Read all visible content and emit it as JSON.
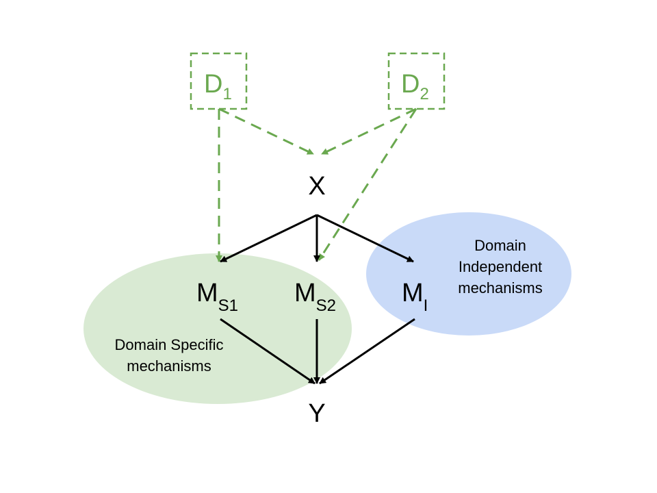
{
  "nodes": {
    "d1": {
      "main": "D",
      "sub": "1"
    },
    "d2": {
      "main": "D",
      "sub": "2"
    },
    "x": {
      "main": "X"
    },
    "ms1": {
      "main": "M",
      "sub": "S1"
    },
    "ms2": {
      "main": "M",
      "sub": "S2"
    },
    "mi": {
      "main": "M",
      "sub": "I"
    },
    "y": {
      "main": "Y"
    }
  },
  "regions": {
    "specific": {
      "line1": "Domain Specific",
      "line2": "mechanisms",
      "color": "#d9ead3"
    },
    "independent": {
      "line1": "Domain",
      "line2": "Independent",
      "line3": "mechanisms",
      "color": "#c9daf8"
    }
  },
  "colors": {
    "domain_edge": "#6aa84f",
    "causal_edge": "#000000"
  }
}
